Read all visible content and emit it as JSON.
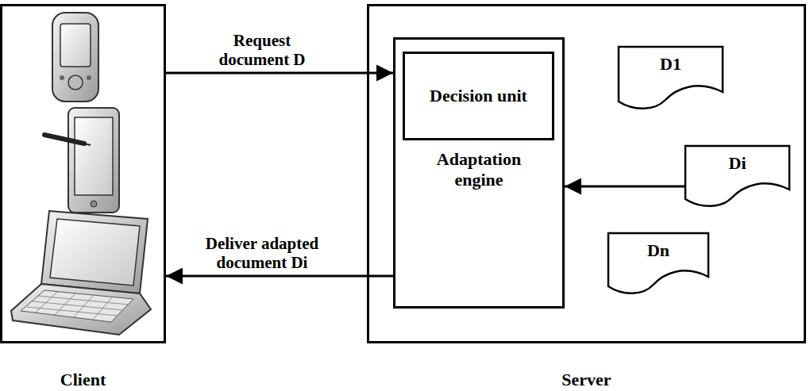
{
  "diagram": {
    "nodes": [
      {
        "text": [
          "Client"
        ]
      },
      {
        "text": [
          "Server"
        ]
      },
      {
        "text": [
          "Adaptation engine"
        ],
        "in": 1
      },
      {
        "text": [
          "Decision unit"
        ],
        "in": 2
      },
      {
        "text": [
          "D1"
        ],
        "in": 1
      },
      {
        "text": [
          "Di"
        ],
        "in": 1
      },
      {
        "text": [
          "Dn"
        ],
        "in": 1
      }
    ],
    "edges": [
      {
        "from": 0,
        "to": 2,
        "label": "Request document D",
        "arrow": "to"
      },
      {
        "from": 2,
        "to": 0,
        "label": "Deliver adapted document Di",
        "arrow": "to"
      },
      {
        "from": 5,
        "to": 2,
        "arrow": "to"
      }
    ]
  }
}
